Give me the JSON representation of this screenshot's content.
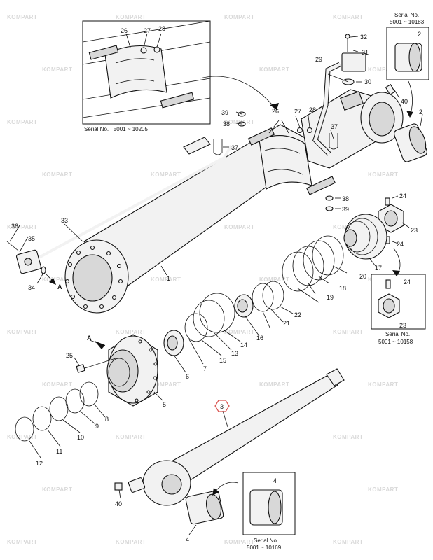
{
  "watermark": {
    "text": "KOMPART",
    "color": "#d9d9d9"
  },
  "highlight_color": "#d9534f",
  "insets": {
    "top_left": {
      "caption": "Serial No. : 5001 ~ 10205",
      "labels": [
        "26",
        "27",
        "28"
      ]
    },
    "top_right": {
      "caption_line1": "Serial No.",
      "caption_line2": "5001 ~ 10183",
      "label": "2"
    },
    "mid_right": {
      "caption_line1": "Serial No.",
      "caption_line2": "5001 ~ 10158",
      "labels": [
        "24",
        "23"
      ]
    },
    "bottom": {
      "caption_line1": "Serial No.",
      "caption_line2": "5001 ~ 10169",
      "label": "4"
    }
  },
  "callouts": {
    "p1": "1",
    "p2": "2",
    "p3": "3",
    "p4": "4",
    "p5": "5",
    "p6": "6",
    "p7": "7",
    "p8": "8",
    "p9": "9",
    "p10": "10",
    "p11": "11",
    "p12": "12",
    "p13": "13",
    "p14": "14",
    "p15": "15",
    "p16": "16",
    "p17": "17",
    "p18": "18",
    "p19": "19",
    "p20": "20",
    "p21": "21",
    "p22": "22",
    "p23": "23",
    "p24": "24",
    "p25": "25",
    "p26": "26",
    "p27": "27",
    "p28": "28",
    "p29": "29",
    "p30": "30",
    "p31": "31",
    "p32": "32",
    "p33": "33",
    "p34": "34",
    "p35": "35",
    "p36": "36",
    "p37": "37",
    "p38": "38",
    "p39": "39",
    "p40": "40",
    "arrowA": "A"
  }
}
